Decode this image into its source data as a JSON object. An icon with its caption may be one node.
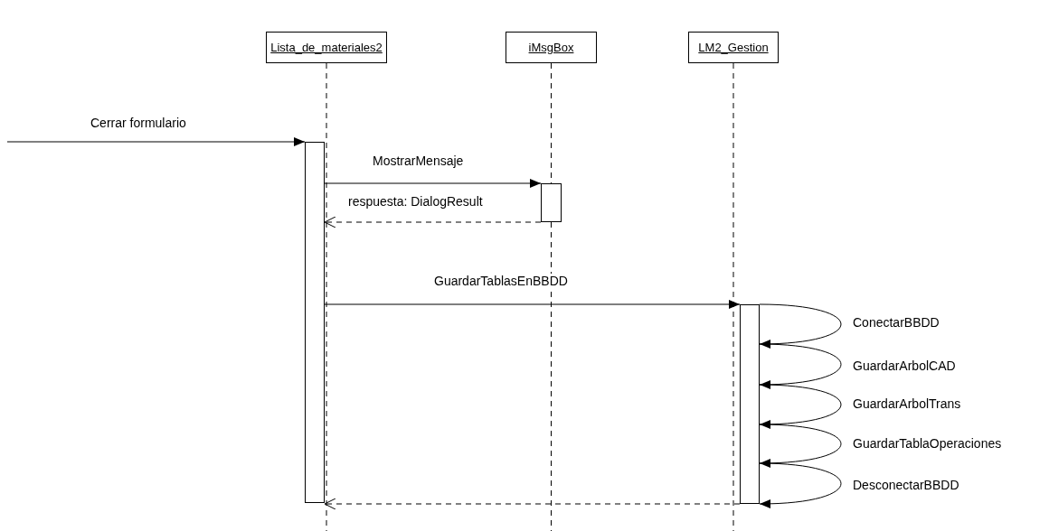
{
  "diagram": {
    "nodes": [
      {
        "text": [
          "Lista_de_materiales2"
        ]
      },
      {
        "text": [
          "iMsgBox"
        ]
      },
      {
        "text": [
          "LM2_Gestion"
        ]
      },
      {
        "text": [],
        "shape": "bar"
      },
      {
        "text": [],
        "shape": "bar"
      },
      {
        "text": [],
        "shape": "bar"
      }
    ],
    "edges": [
      {
        "from": null,
        "to": 3,
        "arrow": "to",
        "label": "Cerrar formulario"
      },
      {
        "from": 3,
        "to": 4,
        "arrow": "to",
        "label": "MostrarMensaje"
      },
      {
        "from": 4,
        "to": 3,
        "arrow": "to",
        "label": "respuesta: DialogResult",
        "style": "dashed"
      },
      {
        "from": 3,
        "to": 5,
        "arrow": "to",
        "label": "GuardarTablasEnBBDD"
      },
      {
        "from": 5,
        "to": 5,
        "arrow": "to",
        "label": "ConectarBBDD"
      },
      {
        "from": 5,
        "to": 5,
        "arrow": "to",
        "label": "GuardarArbolCAD"
      },
      {
        "from": 5,
        "to": 5,
        "arrow": "to",
        "label": "GuardarArbolTrans"
      },
      {
        "from": 5,
        "to": 5,
        "arrow": "to",
        "label": "GuardarTablaOperaciones"
      },
      {
        "from": 5,
        "to": 5,
        "arrow": "to",
        "label": "DesconectarBBDD"
      },
      {
        "from": 5,
        "to": 3,
        "arrow": "to",
        "style": "dashed"
      }
    ]
  }
}
